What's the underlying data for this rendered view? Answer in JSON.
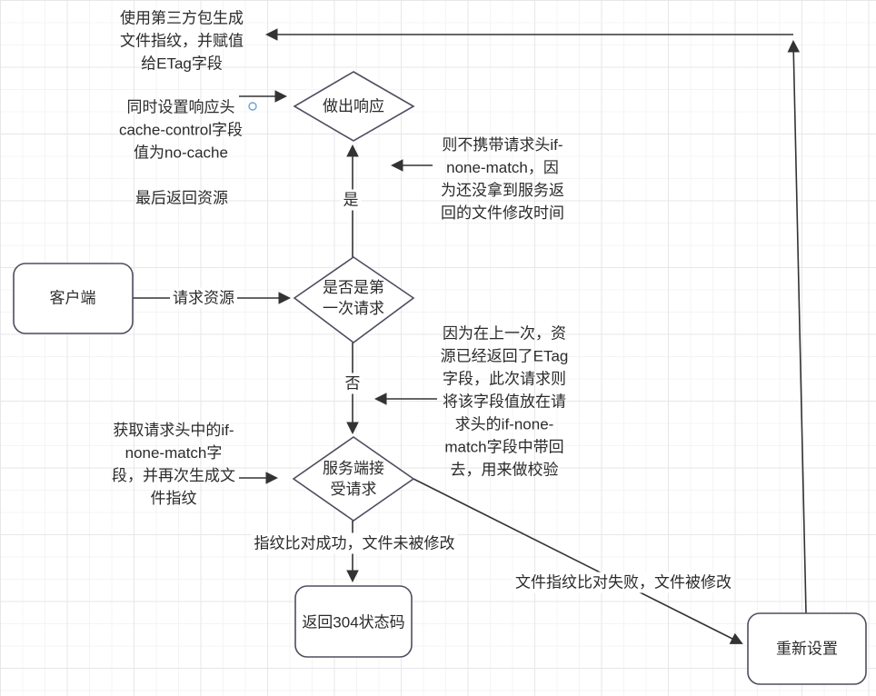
{
  "nodes": {
    "client": {
      "label": "客户端"
    },
    "respond": {
      "label": "做出响应"
    },
    "first_request": {
      "label": "是否是第\n一次请求"
    },
    "server_accept": {
      "label": "服务端接\n受请求"
    },
    "return_304": {
      "label": "返回304状态码"
    },
    "reset": {
      "label": "重新设置"
    }
  },
  "edge_labels": {
    "request_resource": "请求资源",
    "yes": "是",
    "no": "否",
    "match_success": "指纹比对成功，文件未被修改",
    "match_fail": "文件指纹比对失败，文件被修改"
  },
  "annotations": {
    "etag_generate": "使用第三方包生成\n文件指纹，并赋值\n给ETag字段",
    "cache_control": "同时设置响应头\ncache-control字段\n值为no-cache",
    "return_resource": "最后返回资源",
    "no_if_none_match": "则不携带请求头if-\nnone-match，因\n为还没拿到服务返\n回的文件修改时间",
    "carry_etag": "因为在上一次，资\n源已经返回了ETag\n字段，此次请求则\n将该字段值放在请\n求头的if-none-\nmatch字段中带回\n去，用来做校验",
    "get_if_none_match": "获取请求头中的if-\nnone-match字\n段，并再次生成文\n件指纹"
  },
  "colors": {
    "line": "#333333",
    "shape_border": "#4e4e60",
    "text": "#2b2b2b",
    "connector_dot": "#6aa5d8"
  }
}
